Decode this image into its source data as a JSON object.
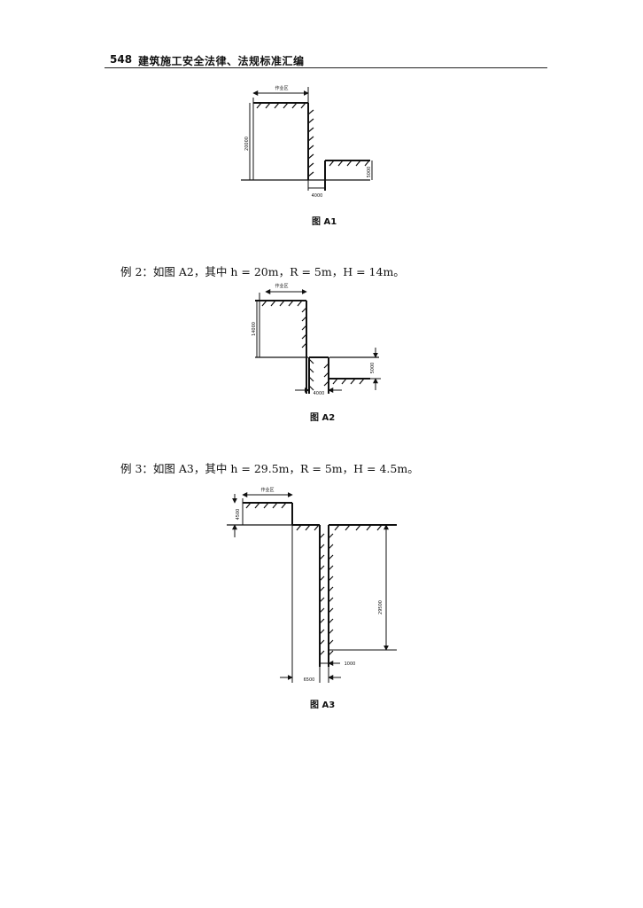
{
  "header": {
    "page_number": "548",
    "book_title": "建筑施工安全法律、法规标准汇编"
  },
  "figure_a1": {
    "caption": "图 A1",
    "work_area_label": "作业区",
    "dim_height": "20000",
    "dim_step": "5000",
    "dim_gap": "4000"
  },
  "example2": {
    "text": "例 2：如图 A2，其中 h = 20m，R = 5m，H = 14m。"
  },
  "figure_a2": {
    "caption": "图 A2",
    "work_area_label": "作业区",
    "dim_height": "14000",
    "dim_drop": "5000",
    "dim_gap": "4000"
  },
  "example3": {
    "text": "例 3：如图 A3，其中 h = 29.5m，R = 5m，H = 4.5m。"
  },
  "figure_a3": {
    "caption": "图 A3",
    "work_area_label": "作业区",
    "dim_top": "4500",
    "dim_depth": "29500",
    "dim_gap": "6500",
    "dim_side": "1000"
  }
}
